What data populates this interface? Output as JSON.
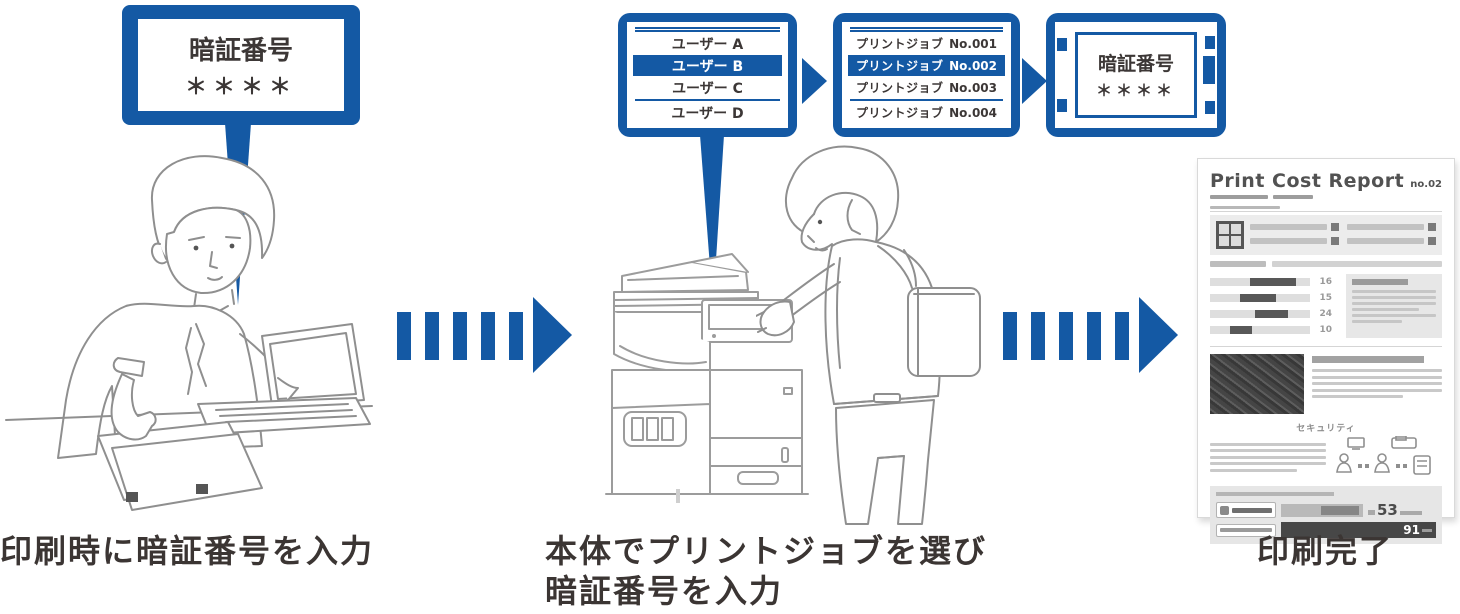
{
  "colors": {
    "brand_blue": "#1459A4",
    "caption_text": "#3B3533"
  },
  "stage1": {
    "bubble": {
      "title": "暗証番号",
      "pin": "＊＊＊＊"
    },
    "caption": "印刷時に暗証番号を入力"
  },
  "stage2": {
    "user_screen": {
      "items": [
        {
          "label": "ユーザー A",
          "selected": false
        },
        {
          "label": "ユーザー B",
          "selected": true
        },
        {
          "label": "ユーザー C",
          "selected": false
        },
        {
          "label": "ユーザー D",
          "selected": false
        }
      ]
    },
    "job_screen": {
      "items": [
        {
          "name": "プリントジョブ",
          "number": "No.001",
          "selected": false
        },
        {
          "name": "プリントジョブ",
          "number": "No.002",
          "selected": true
        },
        {
          "name": "プリントジョブ",
          "number": "No.003",
          "selected": false
        },
        {
          "name": "プリントジョブ",
          "number": "No.004",
          "selected": false
        }
      ]
    },
    "pin_screen": {
      "title": "暗証番号",
      "pin": "＊＊＊＊"
    },
    "caption_line1": "本体でプリントジョブを選び",
    "caption_line2": "暗証番号を入力"
  },
  "stage3": {
    "report": {
      "title": "Print Cost Report",
      "issue_no": "no.02",
      "security_heading": "セキュリティ",
      "chart": {
        "type": "bar",
        "rows": [
          {
            "value": "16",
            "seg_start": 40,
            "seg_end": 86
          },
          {
            "value": "15",
            "seg_start": 30,
            "seg_end": 66
          },
          {
            "value": "24",
            "seg_start": 45,
            "seg_end": 78
          },
          {
            "value": "10",
            "seg_start": 20,
            "seg_end": 42
          }
        ]
      },
      "cost_rows": [
        {
          "value": "53"
        },
        {
          "value": "91"
        }
      ]
    },
    "caption": "印刷完了"
  }
}
